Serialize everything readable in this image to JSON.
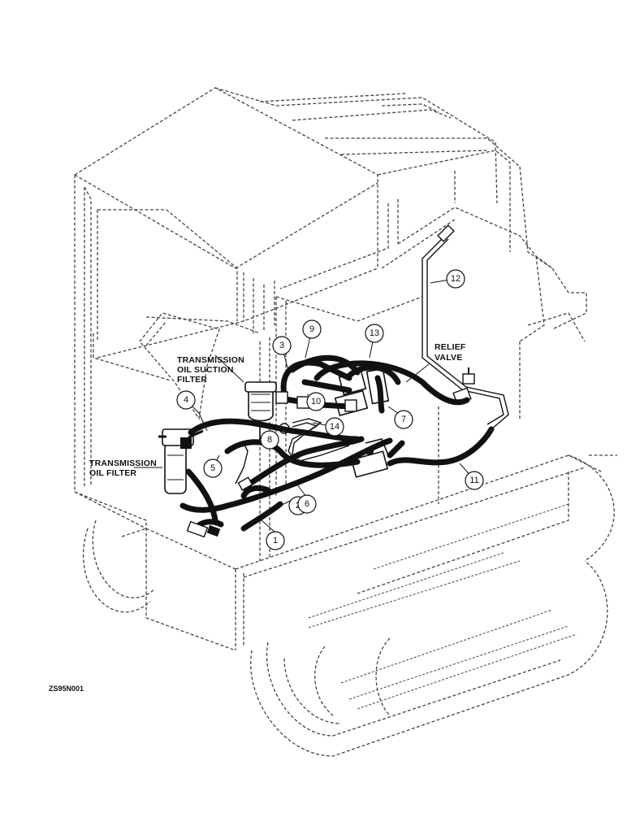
{
  "labels": {
    "suction_filter_line1": "TRANSMISSION",
    "suction_filter_line2": "OIL SUCTION",
    "suction_filter_line3": "FILTER",
    "oil_filter_line1": "TRANSMISSION",
    "oil_filter_line2": "OIL FILTER",
    "relief_line1": "RELIEF",
    "relief_line2": "VALVE",
    "figure_code": "ZS95N001"
  },
  "callouts": [
    "1",
    "2",
    "3",
    "4",
    "5",
    "6",
    "7",
    "8",
    "9",
    "10",
    "11",
    "12",
    "13",
    "14"
  ]
}
